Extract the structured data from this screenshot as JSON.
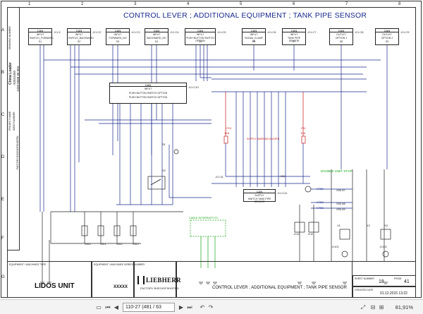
{
  "drawing": {
    "title": "CONTROL LEVER ; ADDITIONAL EQUIPMENT ; TANK PIPE SENSOR",
    "column_numbers": [
      "1",
      "2",
      "3",
      "4",
      "5",
      "6",
      "7",
      "8"
    ],
    "row_letters": [
      "A",
      "B",
      "C",
      "D",
      "E",
      "F",
      "G"
    ],
    "side_text": {
      "model": "China Loader",
      "serial": "92015350",
      "doc": "1339 8088 06 004",
      "drawing_no_label": "DRAWING NUMBER",
      "project_name": "PROJECT NAME",
      "ident": "IDENT NUMBER",
      "factory": "FACTORY BISCHOFSHOFEN"
    },
    "top_modules": [
      {
        "can": "CAN",
        "input": "INPUT",
        "name": "SWITCH_FORWARD",
        "id": "S1",
        "pin": "-K1.5"
      },
      {
        "can": "CAN",
        "input": "INPUT",
        "name": "SWITCH_BACKWARD",
        "id": "S2",
        "pin": "-K1.C2"
      },
      {
        "can": "CAN",
        "input": "INPUT",
        "name": "FORWARD_NO",
        "id": "S3",
        "pin": "-K1.C3"
      },
      {
        "can": "CAN",
        "input": "INPUT",
        "name": "BACKWARD_NO",
        "id": "S4",
        "pin": "-K1.C4"
      },
      {
        "can": "CAN",
        "input": "INPUT",
        "name": "PUSH BUTTON SWITCH OPTION",
        "id": "S5",
        "pin": "-K1.C5"
      },
      {
        "can": "CAN",
        "input": "INPUT",
        "name": "SIGNAL CLAMP 15",
        "id": "S6",
        "pin": "-K1.C6"
      },
      {
        "can": "CAN",
        "input": "INPUT",
        "name": "TANK PIPE SENSOR",
        "id": "S7",
        "pin": "-K1.C7"
      },
      {
        "can": "CAN",
        "input": "OUTLET",
        "name": "OPTION 1",
        "id": "S8",
        "pin": "-K1.C8"
      },
      {
        "can": "CAN",
        "input": "OUTLET",
        "name": "OPTION 2",
        "id": "S9",
        "pin": "-K1.C9"
      }
    ],
    "mid_module": {
      "can": "CAN",
      "input": "INPUT",
      "line1": "PUSH BUTTON SWITCH OPTION",
      "line2": "PUSH BUTTON SWITCH OPTION",
      "pin": "-K1.C10"
    },
    "supply_module": {
      "can": "CAN",
      "input": "SUPPLY",
      "name": "SWITCH TANK PIPE SENSOR",
      "pin": "-K1.C11"
    },
    "labels": {
      "double_limit_stop": "DOUBLE LIMIT STOP",
      "cable_interrupt": "CABLE INTERRUPT-SY",
      "supply_warning": "SUPPLY WARNING BUZZER",
      "k1_31": "-K1.31",
      "x31": "-X31",
      "k750": "-K750",
      "k752": "-K752",
      "k753": "-K753",
      "x150": "X50.87",
      "x888": "X50.88",
      "x889": "X50.89",
      "f10": "-F10",
      "f11": "-F11",
      "sw1": "SW1",
      "sw2": "SW2",
      "sw3": "SW3",
      "sw4": "SW4",
      "s1": "S1",
      "s2": "S2",
      "fuse_a": "10A",
      "fuse_b": "10A",
      "k10": "-K10",
      "k11": "-K11",
      "x1": "X1",
      "x2": "X2",
      "x3": "X3",
      "k101": "-K101",
      "k102": "-K102"
    },
    "title_block": {
      "machine_type_label": "EQUIPMENT / MACHINES TYPE",
      "machine_type": "LIDOS UNIT",
      "series_label": "EQUIPMENT / MACHINES SERIES NUMBER",
      "series": "XXXXX",
      "brand": "LIEBHERR",
      "factory": "FACTORY BISCHOFSHOFEN",
      "sheet_title": "CONTROL LEVER ; ADDITIONAL EQUIPMENT ; TANK PIPE SENSOR",
      "sheet_label": "SHEET NUMBER",
      "sheet_no": "18",
      "from_label": "FROM",
      "from_no": "41",
      "created_label": "CREATED DATE",
      "created": "01.12.2015  13:22"
    }
  },
  "viewer": {
    "page_field": "110-27 (481 / 63",
    "zoom": "81,91%",
    "icons": [
      "page-icon",
      "first-page-icon",
      "prev-page-icon",
      "next-page-icon",
      "last-page-icon",
      "back-icon",
      "forward-icon",
      "fit-icon"
    ]
  },
  "colors": {
    "wire": "#1a2a8c",
    "accent_red": "#c41a1a",
    "accent_green": "#19a519"
  }
}
